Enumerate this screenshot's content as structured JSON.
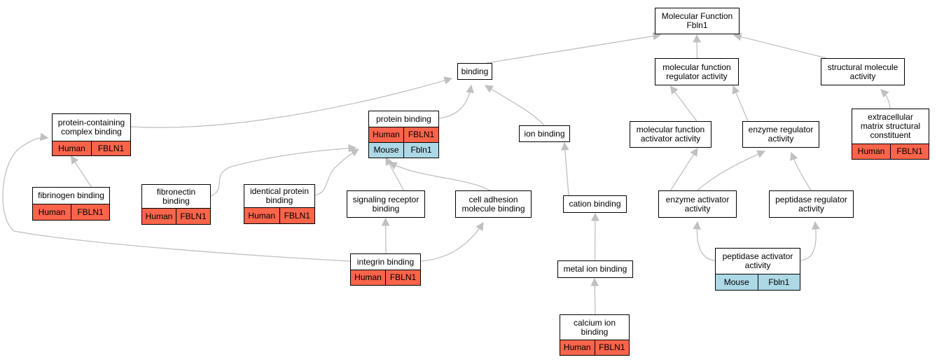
{
  "colors": {
    "human": "#f9644b",
    "mouse": "#add8e6",
    "edge": "#c0c0c0"
  },
  "nodes": [
    {
      "id": "root",
      "label": "Molecular Function\nFbln1"
    },
    {
      "id": "binding",
      "label": "binding"
    },
    {
      "id": "mfra",
      "label": "molecular function\nregulator activity"
    },
    {
      "id": "sma",
      "label": "structural molecule\nactivity"
    },
    {
      "id": "pccb",
      "label": "protein-containing\ncomplex binding",
      "ann": {
        "species": "Human",
        "gene": "FBLN1"
      }
    },
    {
      "id": "pb",
      "label": "protein binding",
      "ann": {
        "species": "Human",
        "gene": "FBLN1"
      },
      "ann2": {
        "species": "Mouse",
        "gene": "Fbln1"
      }
    },
    {
      "id": "ionb",
      "label": "ion binding"
    },
    {
      "id": "mfaa",
      "label": "molecular function\nactivator activity"
    },
    {
      "id": "era",
      "label": "enzyme regulator\nactivity"
    },
    {
      "id": "emsc",
      "label": "extracellular\nmatrix structural\nconstituent",
      "ann": {
        "species": "Human",
        "gene": "FBLN1"
      }
    },
    {
      "id": "fibb",
      "label": "fibrinogen binding",
      "ann": {
        "species": "Human",
        "gene": "FBLN1"
      }
    },
    {
      "id": "fnb",
      "label": "fibronectin\nbinding",
      "ann": {
        "species": "Human",
        "gene": "FBLN1"
      }
    },
    {
      "id": "ipb",
      "label": "identical protein\nbinding",
      "ann": {
        "species": "Human",
        "gene": "FBLN1"
      }
    },
    {
      "id": "srb",
      "label": "signaling receptor\nbinding"
    },
    {
      "id": "camb",
      "label": "cell adhesion\nmolecule binding"
    },
    {
      "id": "cb",
      "label": "cation binding"
    },
    {
      "id": "eaa",
      "label": "enzyme activator\nactivity"
    },
    {
      "id": "pra",
      "label": "peptidase regulator\nactivity"
    },
    {
      "id": "ib",
      "label": "integrin binding",
      "ann": {
        "species": "Human",
        "gene": "FBLN1"
      }
    },
    {
      "id": "mib",
      "label": "metal ion binding"
    },
    {
      "id": "paa",
      "label": "peptidase activator\nactivity",
      "ann": {
        "species": "Mouse",
        "gene": "Fbln1"
      }
    },
    {
      "id": "cib",
      "label": "calcium ion\nbinding",
      "ann": {
        "species": "Human",
        "gene": "FBLN1"
      }
    }
  ],
  "edges": [
    {
      "from": "binding",
      "to": "root"
    },
    {
      "from": "mfra",
      "to": "root"
    },
    {
      "from": "sma",
      "to": "root"
    },
    {
      "from": "pccb",
      "to": "binding"
    },
    {
      "from": "pb",
      "to": "binding"
    },
    {
      "from": "ionb",
      "to": "binding"
    },
    {
      "from": "mfaa",
      "to": "mfra"
    },
    {
      "from": "era",
      "to": "mfra"
    },
    {
      "from": "emsc",
      "to": "sma"
    },
    {
      "from": "fibb",
      "to": "pccb"
    },
    {
      "from": "fnb",
      "to": "pb"
    },
    {
      "from": "ipb",
      "to": "pb"
    },
    {
      "from": "srb",
      "to": "pb"
    },
    {
      "from": "camb",
      "to": "pb"
    },
    {
      "from": "cb",
      "to": "ionb"
    },
    {
      "from": "eaa",
      "to": "mfaa"
    },
    {
      "from": "eaa",
      "to": "era"
    },
    {
      "from": "pra",
      "to": "era"
    },
    {
      "from": "ib",
      "to": "pccb"
    },
    {
      "from": "ib",
      "to": "srb"
    },
    {
      "from": "ib",
      "to": "camb"
    },
    {
      "from": "mib",
      "to": "cb"
    },
    {
      "from": "paa",
      "to": "eaa"
    },
    {
      "from": "paa",
      "to": "pra"
    },
    {
      "from": "cib",
      "to": "mib"
    }
  ]
}
